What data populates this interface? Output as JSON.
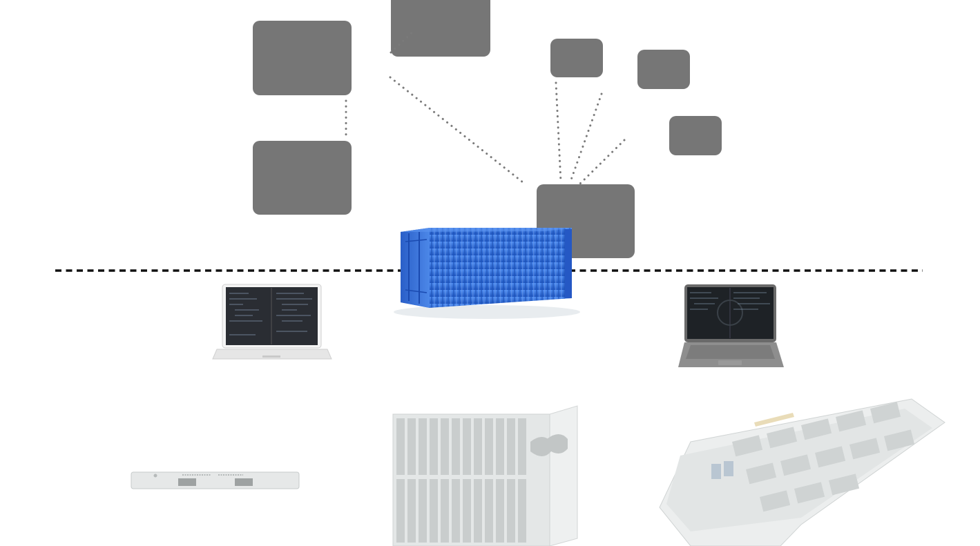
{
  "colors": {
    "box": "#767676",
    "connector": "#7a7a7a",
    "divider": "#111111",
    "container_blue": "#2f6fd6",
    "hardware_faded": "#d9dcdc"
  },
  "diagram": {
    "nodes": [
      "box-top-left-large",
      "box-top-center",
      "box-middle-left",
      "box-small-1",
      "box-small-2",
      "box-small-3",
      "box-hub"
    ],
    "icons": [
      "shipping-container-icon",
      "macbook-laptop-icon",
      "dell-laptop-icon",
      "rack-server-icon",
      "blade-chassis-icon",
      "datacenter-floor-icon"
    ]
  }
}
